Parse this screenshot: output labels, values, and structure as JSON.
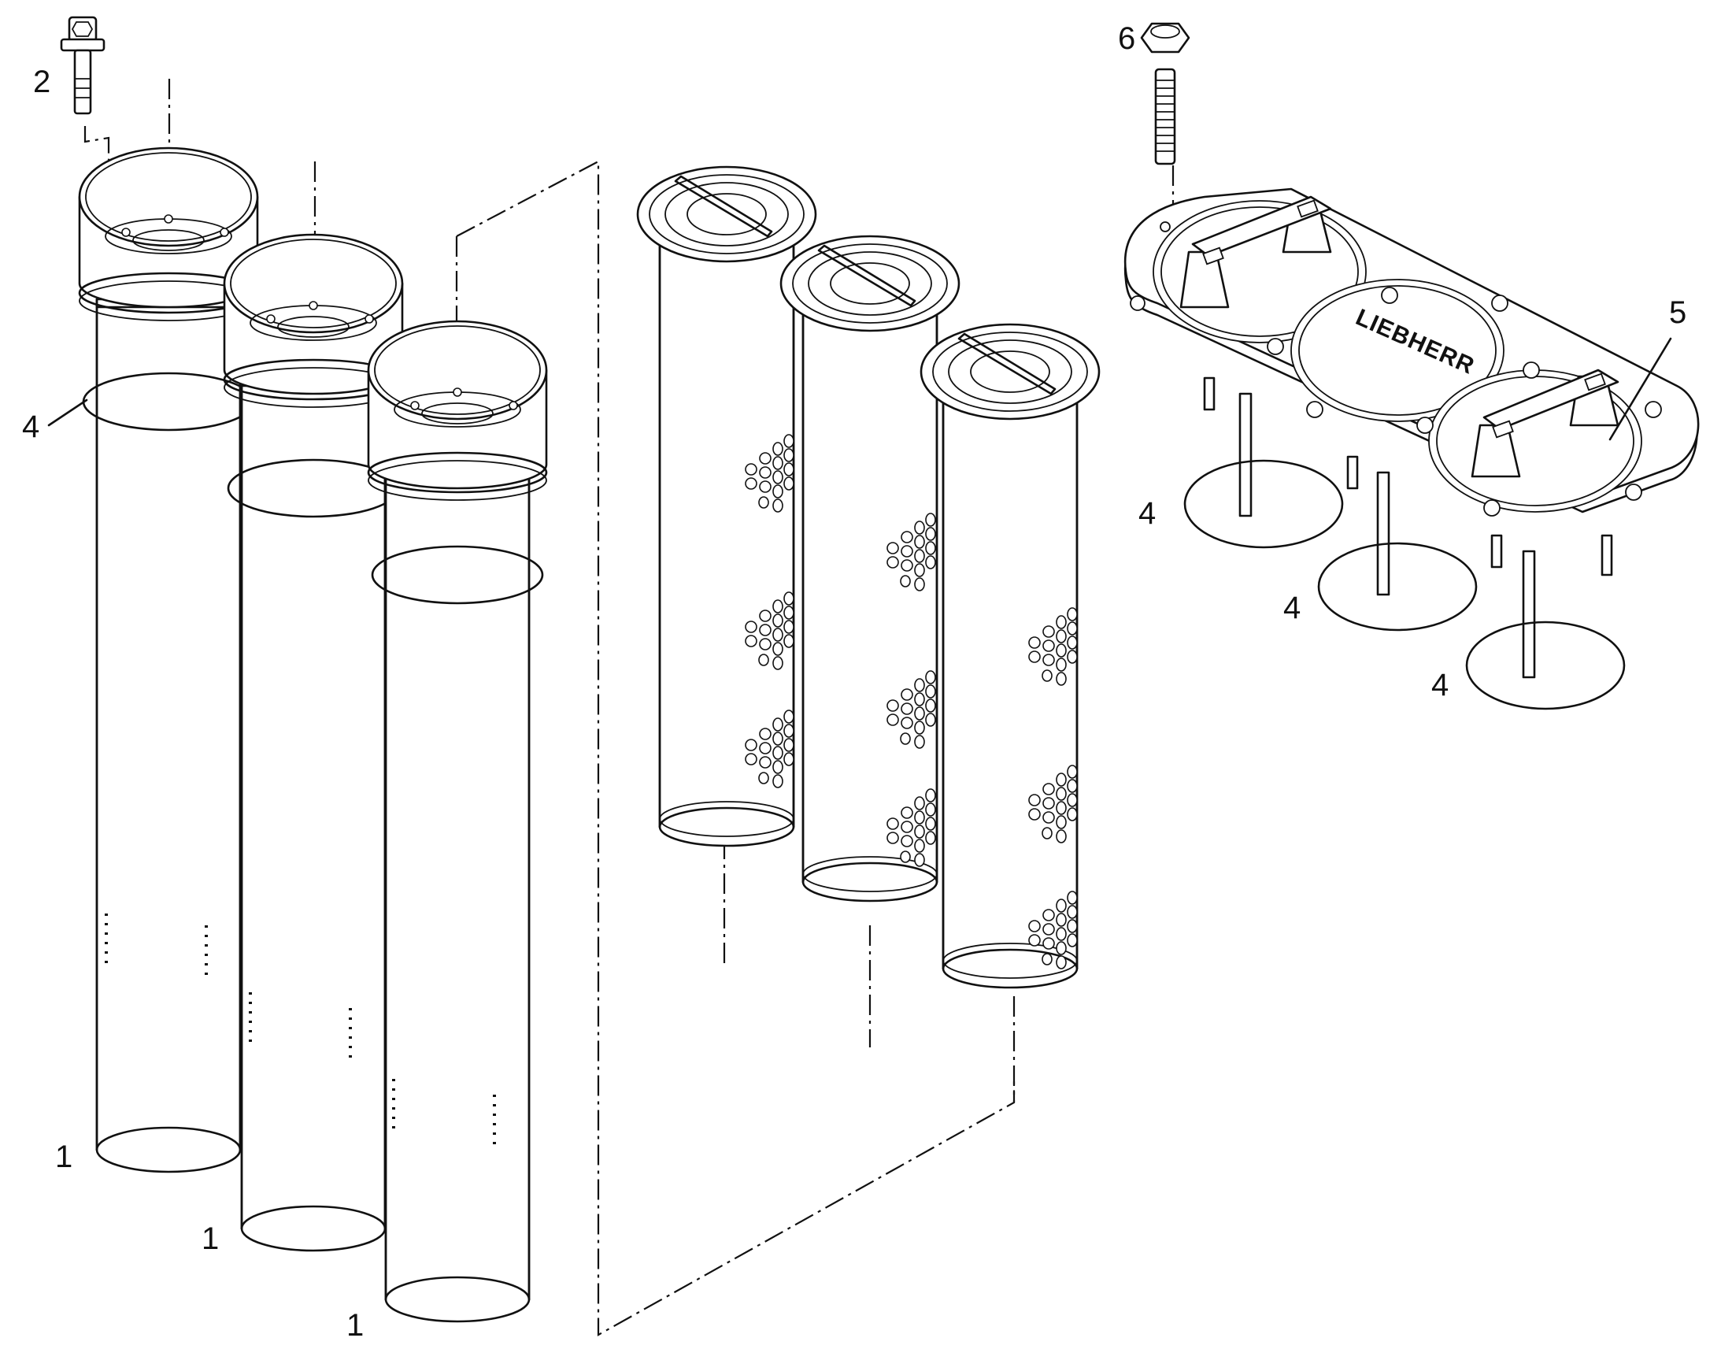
{
  "callouts": {
    "c1a": "1",
    "c1b": "1",
    "c1c": "1",
    "c2": "2",
    "c4a": "4",
    "c4b": "4",
    "c4c": "4",
    "c4d": "4",
    "c5": "5",
    "c6": "6"
  },
  "cover_logo": "LIEBHERR"
}
